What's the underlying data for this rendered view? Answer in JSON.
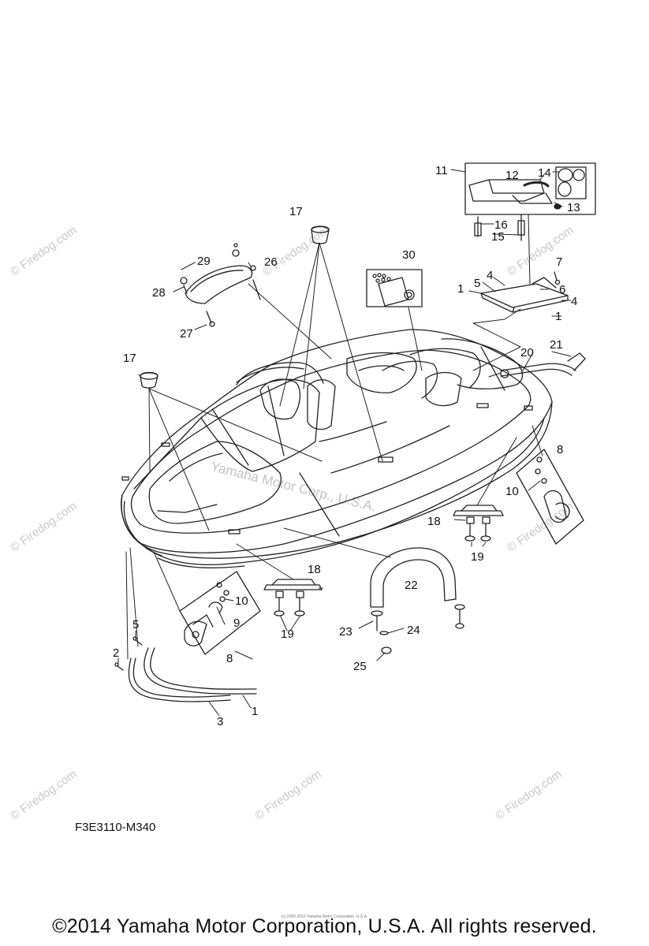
{
  "diagram_code": "F3E3110-M340",
  "copyright": "©2014 Yamaha Motor Corporation, U.S.A. All rights reserved.",
  "small_copyright": "(c) 2005-2016 Yamaha Motor Corporation, U.S.A.",
  "watermark_center": "Yamaha Motor Corp., U.S.A.",
  "watermark": "© Firedog.com",
  "callouts": {
    "c1": "1",
    "c2": "2",
    "c3": "3",
    "c4": "4",
    "c5": "5",
    "c6": "6",
    "c7": "7",
    "c8": "8",
    "c9": "9",
    "c10": "10",
    "c11": "11",
    "c12": "12",
    "c13": "13",
    "c14": "14",
    "c15": "15",
    "c16": "16",
    "c17": "17",
    "c18": "18",
    "c19": "19",
    "c20": "20",
    "c21": "21",
    "c22": "22",
    "c23": "23",
    "c24": "24",
    "c25": "25",
    "c26": "26",
    "c27": "27",
    "c28": "28",
    "c29": "29",
    "c30": "30"
  }
}
